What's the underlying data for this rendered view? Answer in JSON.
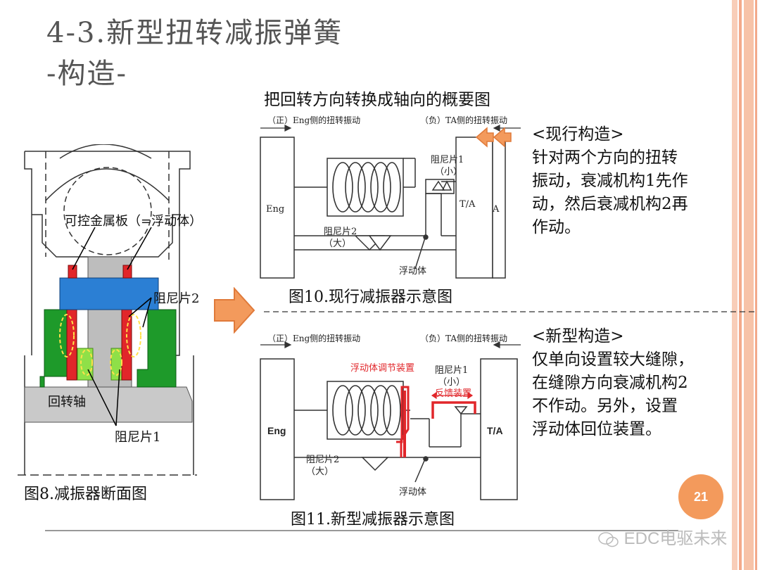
{
  "slide": {
    "title_line1": "4-3.新型扭转减振弹簧",
    "title_line2": "-构造-",
    "diagram_heading": "把回转方向转换成轴向的概要图",
    "page_number": "21",
    "watermark": "EDC电驱未来"
  },
  "section_figure": {
    "caption": "图8.减振器断面图",
    "label_float_plate": "可控金属板（=浮动体）",
    "label_damper2": "阻尼片2",
    "label_shaft": "回转轴",
    "label_damper1": "阻尼片1"
  },
  "fig10": {
    "caption": "图10.现行减振器示意图",
    "eng_label": "（正）Eng侧的扭转振动",
    "ta_label": "（负）TA侧的扭转振动",
    "eng": "Eng",
    "ta": "T/A",
    "a": "A",
    "damper1_line1": "阻尼片1",
    "damper1_line2": "（小）",
    "damper2_line1": "阻尼片2",
    "damper2_line2": "（大）",
    "floating": "浮动体"
  },
  "fig11": {
    "caption": "图11.新型减振器示意图",
    "eng_label": "（正）Eng侧的扭转振动",
    "ta_label": "（负）TA侧的扭转振动",
    "eng": "Eng",
    "ta": "T/A",
    "adjust": "浮动体调节装置",
    "feedback": "反馈装置",
    "damper1_line1": "阻尼片1",
    "damper1_line2": "（小）",
    "damper2_line1": "阻尼片2",
    "damper2_line2": "（大）",
    "floating": "浮动体"
  },
  "current_text": {
    "heading": "<现行构造>",
    "line1": "针对两个方向的扭转",
    "line2": "振动，衰减机构1先作",
    "line3": "动，然后衰减机构2再",
    "line4": "作动。"
  },
  "new_text": {
    "heading": "<新型构造>",
    "line1": "仅单向设置较大缝隙，",
    "line2": "在缝隙方向衰减机构2",
    "line3": "不作动。另外，设置",
    "line4": "浮动体回位装置。"
  },
  "colors": {
    "accent_orange": "#f39a5c",
    "right_stripe": "#f3a98a",
    "float_red": "#e1262a",
    "plate_blue": "#2b7fd4",
    "damper_green": "#1e9a2a",
    "light_green": "#8fe048"
  }
}
